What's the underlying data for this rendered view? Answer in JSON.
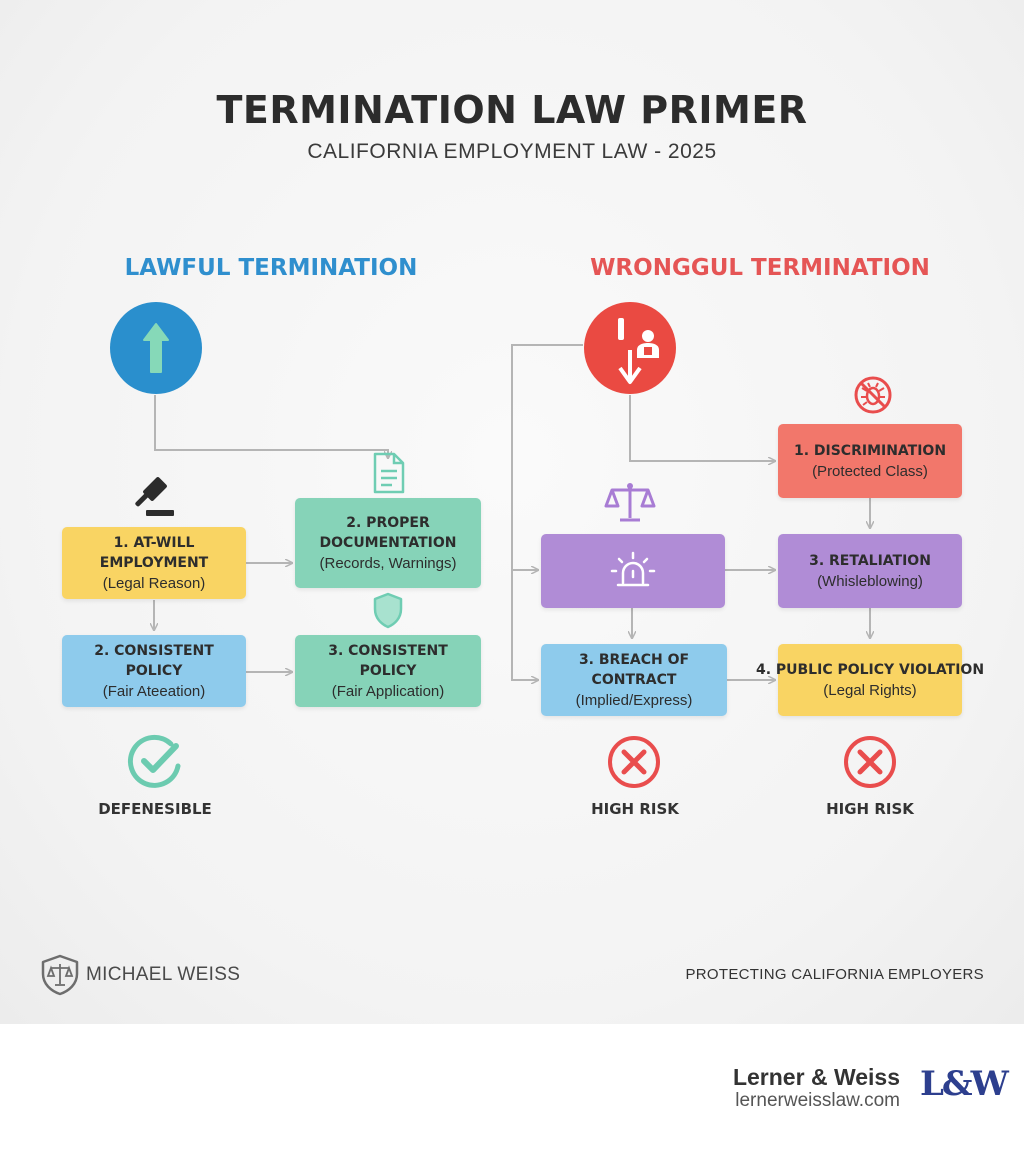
{
  "title": "TERMINATION LAW PRIMER",
  "subtitle": "CALIFORNIA EMPLOYMENT LAW - 2025",
  "lawful": {
    "heading": "LAWFUL TERMINATION",
    "boxes": [
      {
        "line1": "1. AT-WILL EMPLOYMENT",
        "line2": "(Legal Reason)"
      },
      {
        "line1": "2. PROPER",
        "line1b": "DOCUMENTATION",
        "line2": "(Records, Warnings)"
      },
      {
        "line1": "2. CONSISTENT POLICY",
        "line2": "(Fair Ateeation)"
      },
      {
        "line1": "3. CONSISTENT POLICY",
        "line2": "(Fair Application)"
      }
    ],
    "status": "DEFENESIBLE"
  },
  "wrongful": {
    "heading": "WRONGGUL TERMINATION",
    "boxes": [
      {
        "line1": "1. DISCRIMINATION",
        "line2": "(Protected Class)"
      },
      {
        "line1": "3. RETALIATION",
        "line2": "(Whisleblowing)"
      },
      {
        "line1": "3. BREACH OF CONTRACT",
        "line2": "(Implied/Express)"
      },
      {
        "line1": "4. PUBLIC POLICY VIOLATION",
        "line2": "(Legal Rights)"
      }
    ],
    "status_left": "HIGH RISK",
    "status_right": "HIGH RISK"
  },
  "footer": {
    "left": "MICHAEL WEISS",
    "right": "PROTECTING CALIFORNIA EMPLOYERS"
  },
  "brand": {
    "name": "Lerner & Weiss",
    "url": "lernerweisslaw.com",
    "logo": "L&W"
  },
  "colors": {
    "lawful_heading": "#2f8fce",
    "wrongful_heading": "#e55555",
    "up_circle": "#2a8fcd",
    "down_circle": "#ea4a42",
    "check": "#6ccbb0",
    "risk": "#e94d4d",
    "connector": "#b5b5b5"
  },
  "icons": [
    "arrow-up-icon",
    "arrow-down-person-icon",
    "gavel-icon",
    "document-icon",
    "shield-icon",
    "scales-icon",
    "alarm-icon",
    "no-bug-icon",
    "checkmark-icon",
    "x-circle-icon",
    "scales-shield-logo-icon"
  ]
}
